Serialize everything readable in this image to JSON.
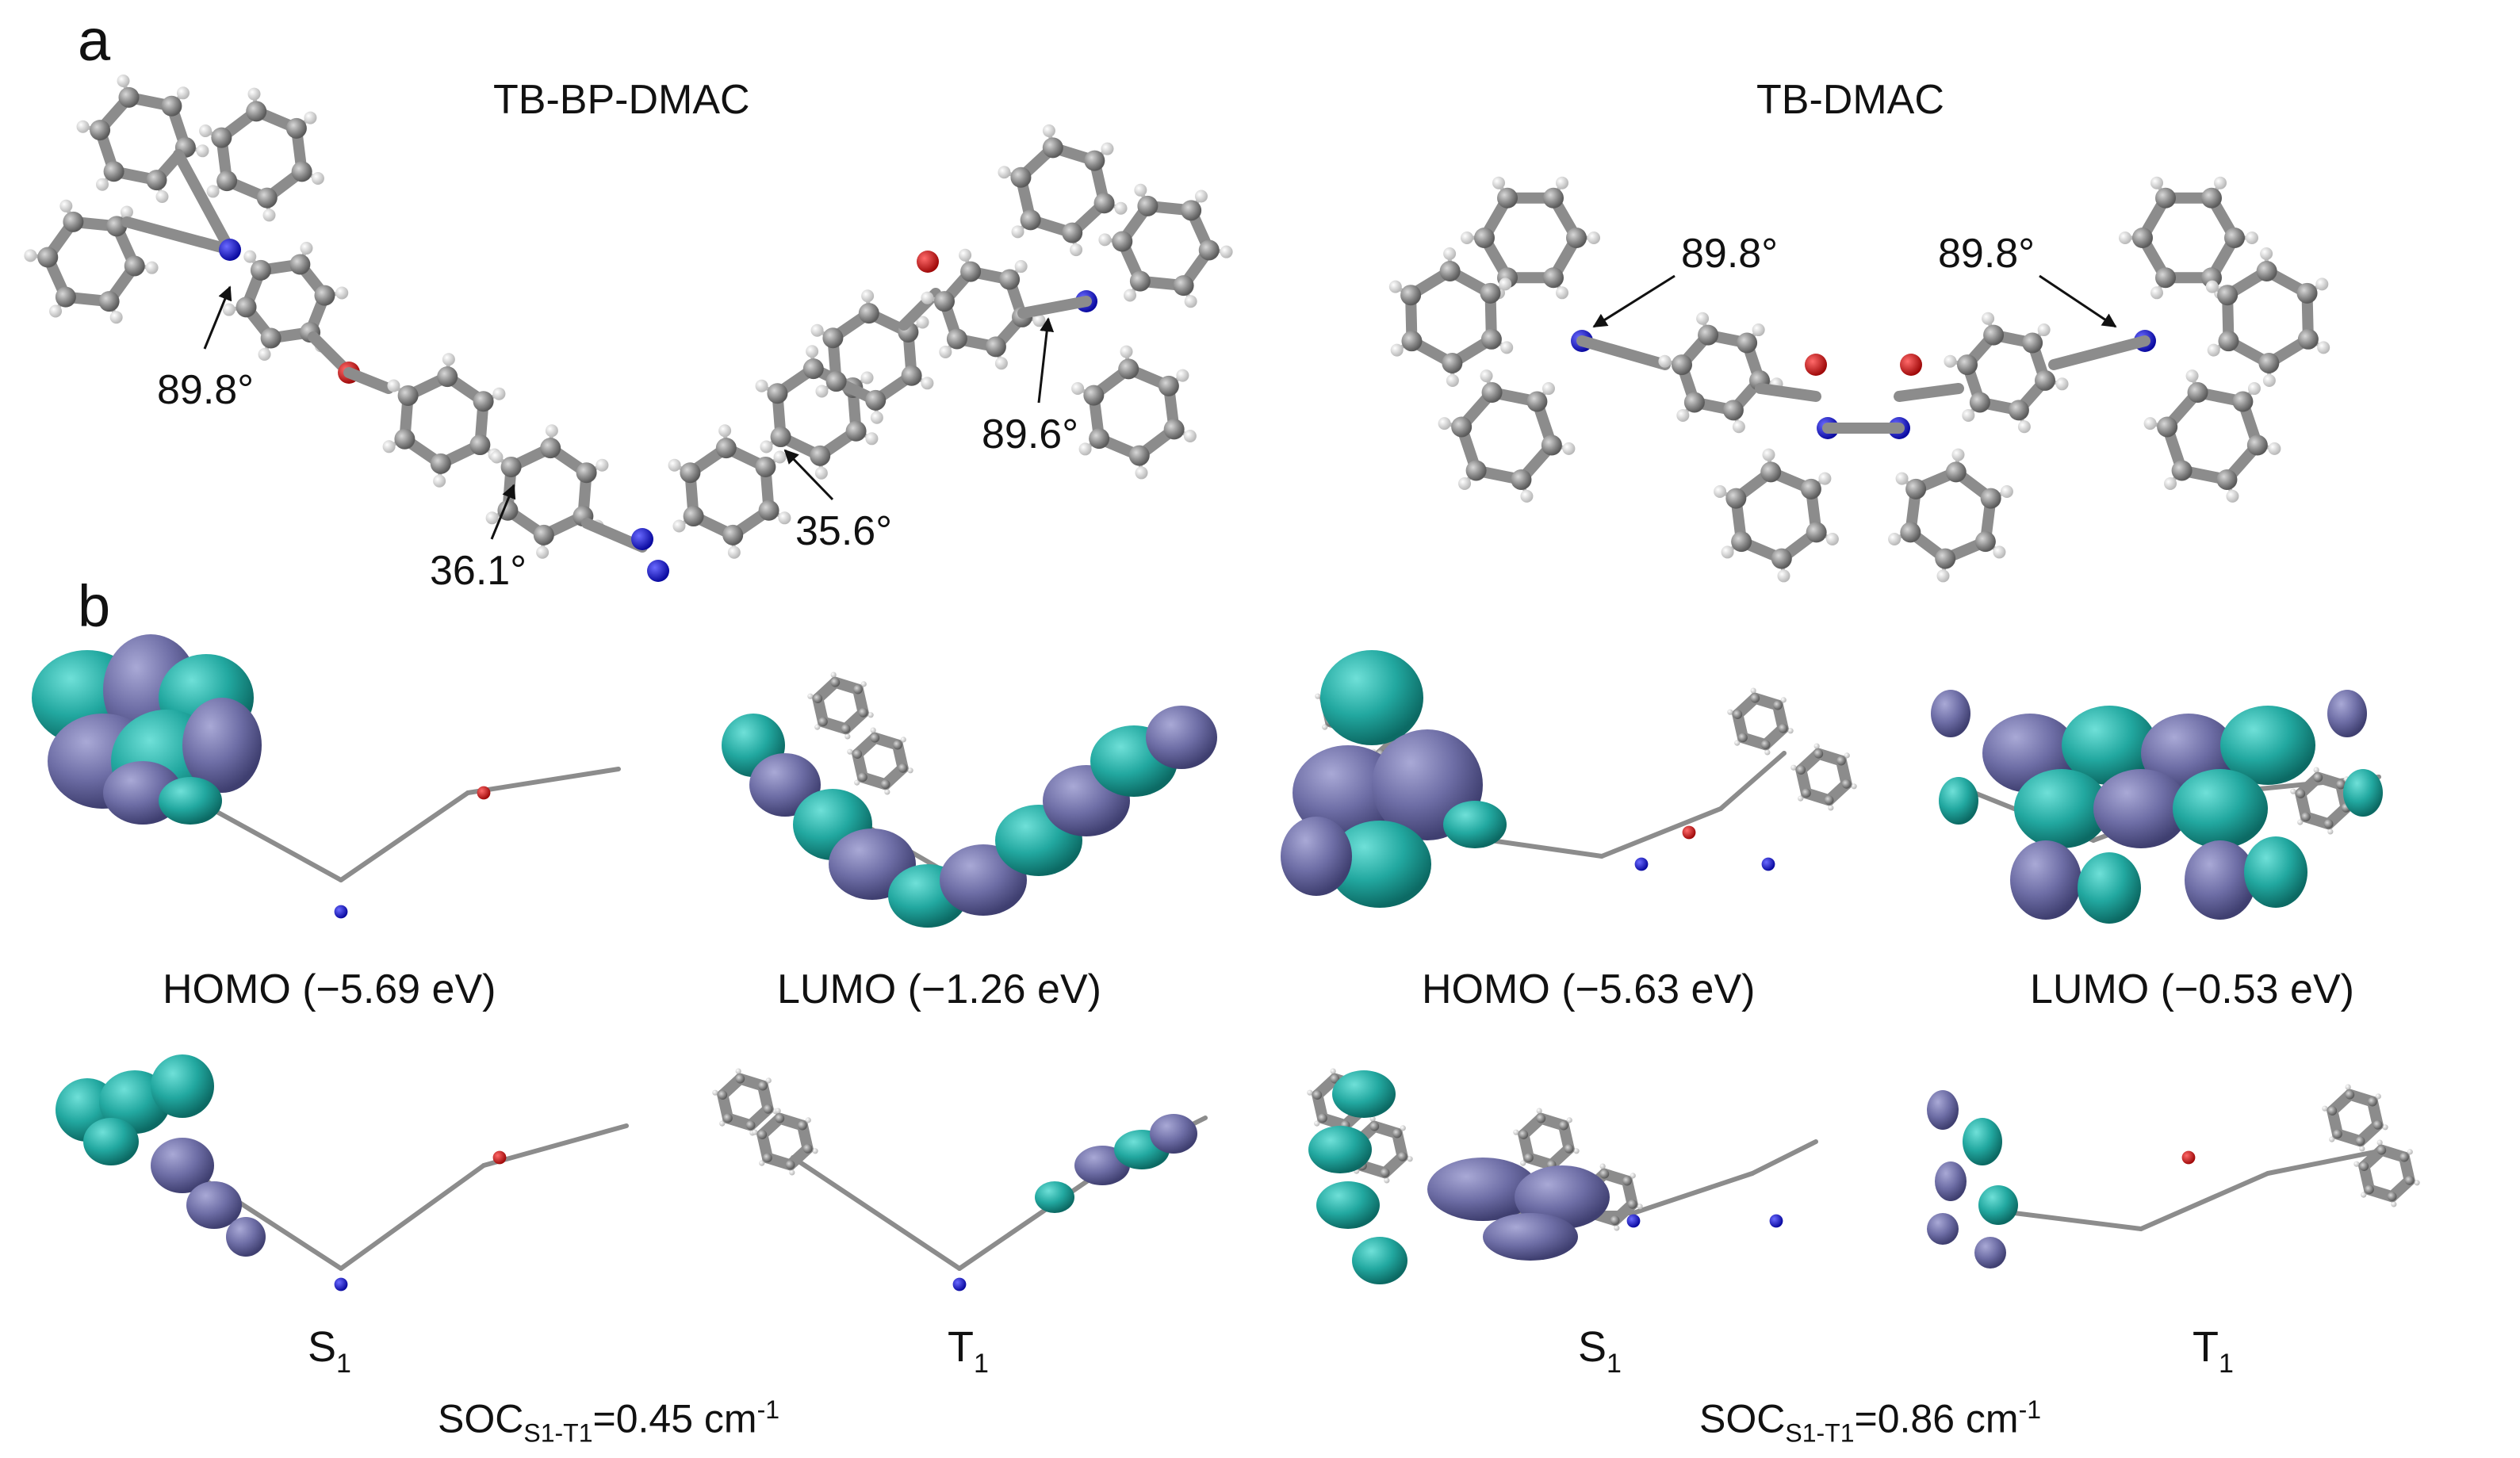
{
  "panels": {
    "a": {
      "label": "a",
      "molecules": [
        {
          "title": "TB-BP-DMAC",
          "angles": [
            "89.8°",
            "36.1°",
            "35.6°",
            "89.6°"
          ]
        },
        {
          "title": "TB-DMAC",
          "angles": [
            "89.8°",
            "89.8°"
          ]
        }
      ]
    },
    "b": {
      "label": "b",
      "orbitals": [
        {
          "label": "HOMO (−5.69 eV)"
        },
        {
          "label": "LUMO (−1.26 eV)"
        },
        {
          "label": "HOMO (−5.63 eV)"
        },
        {
          "label": "LUMO (−0.53 eV)"
        }
      ],
      "states": [
        {
          "base": "S",
          "sub": "1"
        },
        {
          "base": "T",
          "sub": "1"
        },
        {
          "base": "S",
          "sub": "1"
        },
        {
          "base": "T",
          "sub": "1"
        }
      ],
      "soc": [
        {
          "base": "SOC",
          "sub": "S1-T1",
          "value": "=0.45 cm",
          "sup": "-1"
        },
        {
          "base": "SOC",
          "sub": "S1-T1",
          "value": "=0.86 cm",
          "sup": "-1"
        }
      ]
    }
  },
  "colors": {
    "carbon": "#8a8a8a",
    "hydrogen": "#d9d9d9",
    "nitrogen": "#1a1ad6",
    "oxygen": "#d11a1a",
    "lobe_positive": "#22a8a0",
    "lobe_negative": "#6e6ea6"
  }
}
